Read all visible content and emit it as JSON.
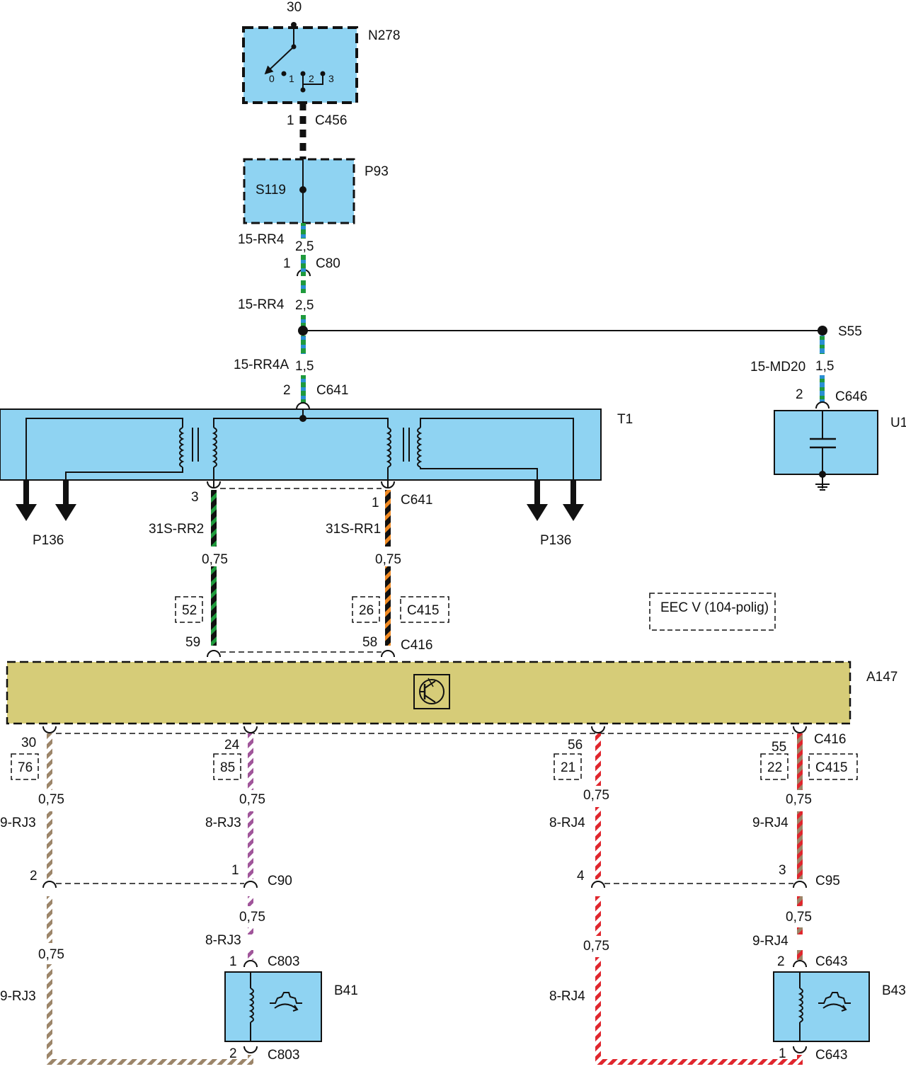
{
  "colors": {
    "component_fill": "#8fd3f2",
    "ecu_fill": "#d6cc78",
    "wire_black": "#111111",
    "green": "#1f9a3c",
    "blue": "#2a8fd4",
    "orange": "#f08a24",
    "brown": "#9c8569",
    "violet": "#a0559a",
    "red": "#e0262d"
  },
  "components": {
    "N278": {
      "id": "N278",
      "pin": "30",
      "switch_positions": [
        "0",
        "1",
        "2",
        "3"
      ]
    },
    "P93": {
      "id": "P93",
      "label": "S119"
    },
    "T1": {
      "id": "T1"
    },
    "U1": {
      "id": "U1"
    },
    "A147": {
      "id": "A147",
      "icon": "transistor-icon"
    },
    "B41": {
      "id": "B41",
      "icon": "crank-sensor-icon"
    },
    "B43": {
      "id": "B43",
      "icon": "crank-sensor-icon"
    },
    "eec_note": "EEC V (104-polig)"
  },
  "grounds": {
    "left": "P136",
    "right": "P136"
  },
  "splice": "S55",
  "connectors": [
    {
      "id": "C456",
      "pin": "1"
    },
    {
      "id": "C80",
      "pin": "1"
    },
    {
      "id": "C641",
      "pin": "2"
    },
    {
      "id": "C646",
      "pin": "2"
    },
    {
      "id": "C641",
      "pins": [
        "3",
        "1"
      ]
    },
    {
      "id": "C416",
      "pins": [
        "59",
        "58"
      ]
    },
    {
      "id": "C415"
    },
    {
      "id": "C416",
      "pins": [
        "30",
        "24",
        "56",
        "55"
      ]
    },
    {
      "id": "C415"
    },
    {
      "id": "C90",
      "pins": [
        "2",
        "1"
      ]
    },
    {
      "id": "C95",
      "pins": [
        "4",
        "3"
      ]
    },
    {
      "id": "C803",
      "pins": [
        "1",
        "2"
      ]
    },
    {
      "id": "C643",
      "pins": [
        "2",
        "1"
      ]
    }
  ],
  "wires": [
    {
      "circuit": "15-RR4",
      "size": "2,5",
      "colors": [
        "green",
        "blue"
      ]
    },
    {
      "circuit": "15-RR4",
      "size": "2,5",
      "colors": [
        "green",
        "blue"
      ]
    },
    {
      "circuit": "15-RR4A",
      "size": "1,5",
      "colors": [
        "green",
        "blue"
      ]
    },
    {
      "circuit": "15-MD20",
      "size": "1,5",
      "colors": [
        "blue",
        "green"
      ]
    },
    {
      "circuit": "31S-RR2",
      "size": "0,75",
      "colors": [
        "black",
        "green"
      ]
    },
    {
      "circuit": "31S-RR1",
      "size": "0,75",
      "colors": [
        "black",
        "orange"
      ]
    },
    {
      "circuit": "9-RJ3",
      "size": "0,75",
      "colors": [
        "brown",
        "white"
      ]
    },
    {
      "circuit": "8-RJ3",
      "size": "0,75",
      "colors": [
        "violet",
        "white"
      ]
    },
    {
      "circuit": "8-RJ4",
      "size": "0,75",
      "colors": [
        "red",
        "white"
      ]
    },
    {
      "circuit": "9-RJ4",
      "size": "0,75",
      "colors": [
        "red",
        "brown"
      ]
    },
    {
      "circuit": "8-RJ3",
      "size": "0,75",
      "colors": [
        "violet",
        "white"
      ]
    },
    {
      "circuit": "9-RJ4",
      "size": "0,75",
      "colors": [
        "red",
        "brown"
      ]
    },
    {
      "circuit": "9-RJ3",
      "size": "0,75",
      "colors": [
        "brown",
        "white"
      ]
    },
    {
      "circuit": "8-RJ4",
      "size": "0,75",
      "colors": [
        "red",
        "white"
      ]
    }
  ],
  "references": [
    "52",
    "26",
    "76",
    "85",
    "21",
    "22"
  ]
}
